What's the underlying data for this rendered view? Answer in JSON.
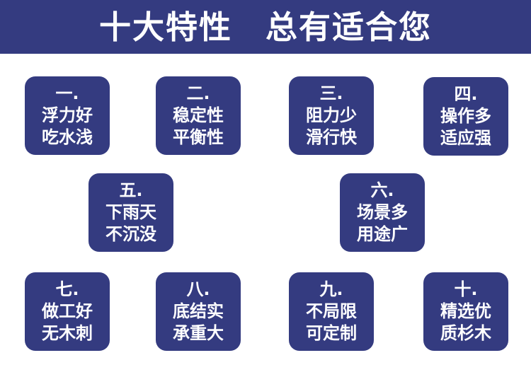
{
  "colors": {
    "banner_bg": "#343B80",
    "card_bg": "#343B80",
    "text": "#FFFFFF",
    "page_bg": "#FFFFFF"
  },
  "header": {
    "title": "十大特性　总有适合您"
  },
  "cards": [
    {
      "number": "一.",
      "line1": "浮力好",
      "line2": "吃水浅"
    },
    {
      "number": "二.",
      "line1": "稳定性",
      "line2": "平衡性"
    },
    {
      "number": "三.",
      "line1": "阻力少",
      "line2": "滑行快"
    },
    {
      "number": "四.",
      "line1": "操作多",
      "line2": "适应强"
    },
    {
      "number": "五.",
      "line1": "下雨天",
      "line2": "不沉没"
    },
    {
      "number": "六.",
      "line1": "场景多",
      "line2": "用途广"
    },
    {
      "number": "七.",
      "line1": "做工好",
      "line2": "无木刺"
    },
    {
      "number": "八.",
      "line1": "底结实",
      "line2": "承重大"
    },
    {
      "number": "九.",
      "line1": "不局限",
      "line2": "可定制"
    },
    {
      "number": "十.",
      "line1": "精选优",
      "line2": "质杉木"
    }
  ]
}
